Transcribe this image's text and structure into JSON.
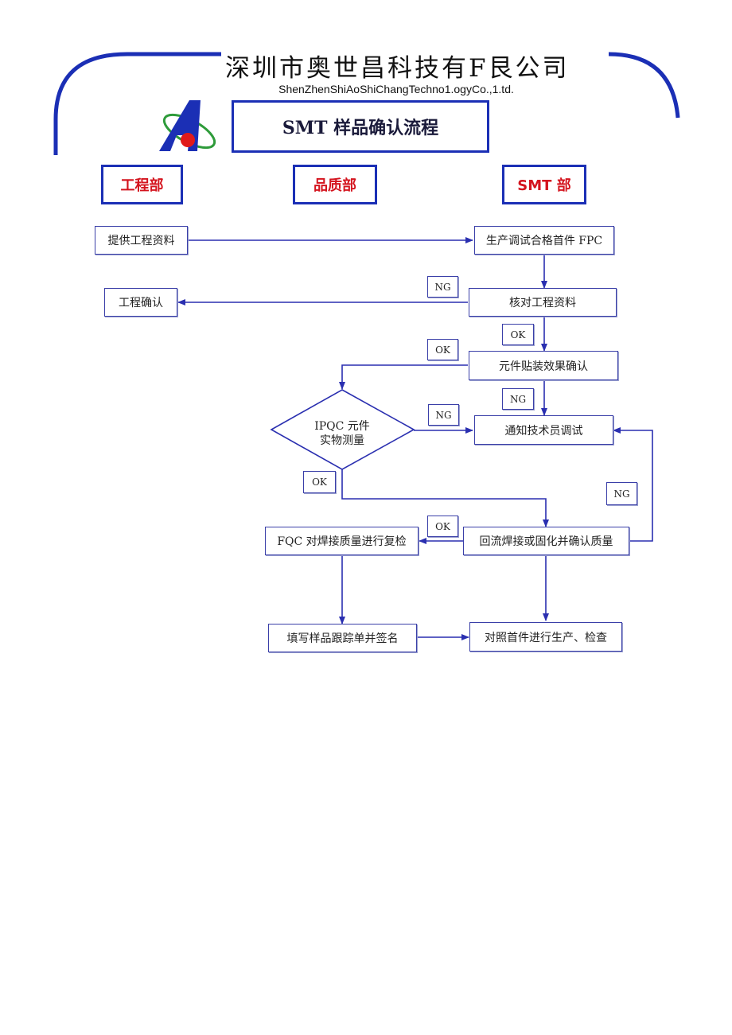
{
  "header": {
    "company_cn": "深圳市奥世昌科技有F艮公司",
    "company_en": "ShenZhenShiAoShiChangTechno1.ogyCo.,1.td.",
    "title": "SMT 样品确认流程"
  },
  "departments": {
    "engineering": "工程部",
    "quality": "品质部",
    "smt": "SMT 部"
  },
  "nodes": {
    "provide_eng_data": "提供工程资料",
    "first_piece": "生产调试合格首件 FPC",
    "eng_confirm": "工程确认",
    "check_eng_data": "核对工程资料",
    "placement_effect": "元件贴装效果确认",
    "ipqc_line1": "IPQC 元件",
    "ipqc_line2": "实物测量",
    "notify_tech": "通知技术员调试",
    "fqc_recheck": "FQC 对焊接质量进行复检",
    "reflow_confirm": "回流焊接或固化并确认质量",
    "fill_record": "填写样品跟踪单并签名",
    "produce_check": "对照首件进行生产、检查"
  },
  "tags": {
    "ng_check": "NG",
    "ok_check": "OK",
    "ok_placement": "OK",
    "ng_placement": "NG",
    "ng_ipqc": "NG",
    "ok_ipqc": "OK",
    "ng_reflow": "NG",
    "ok_reflow": "OK"
  },
  "colors": {
    "accent_blue": "#1b2fb5",
    "dept_red": "#d4141e",
    "line_blue": "#2a2fb0"
  }
}
